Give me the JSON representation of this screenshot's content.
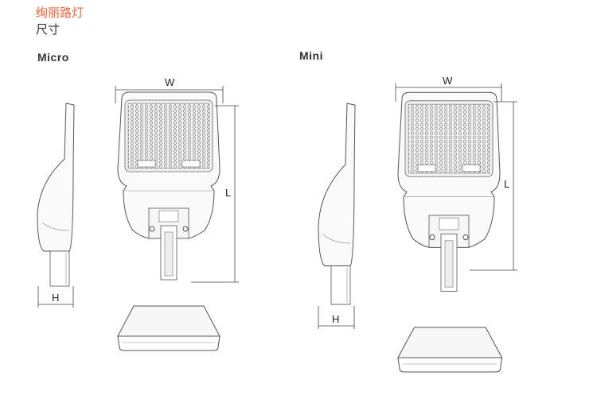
{
  "header": {
    "title": "绚丽路灯",
    "subtitle": "尺寸"
  },
  "colors": {
    "title": "#e2643c",
    "line": "#555555"
  },
  "models": [
    {
      "name": "Micro",
      "dims": {
        "width": "W",
        "length": "L",
        "height": "H"
      }
    },
    {
      "name": "Mini",
      "dims": {
        "width": "W",
        "length": "L",
        "height": "H"
      }
    }
  ]
}
